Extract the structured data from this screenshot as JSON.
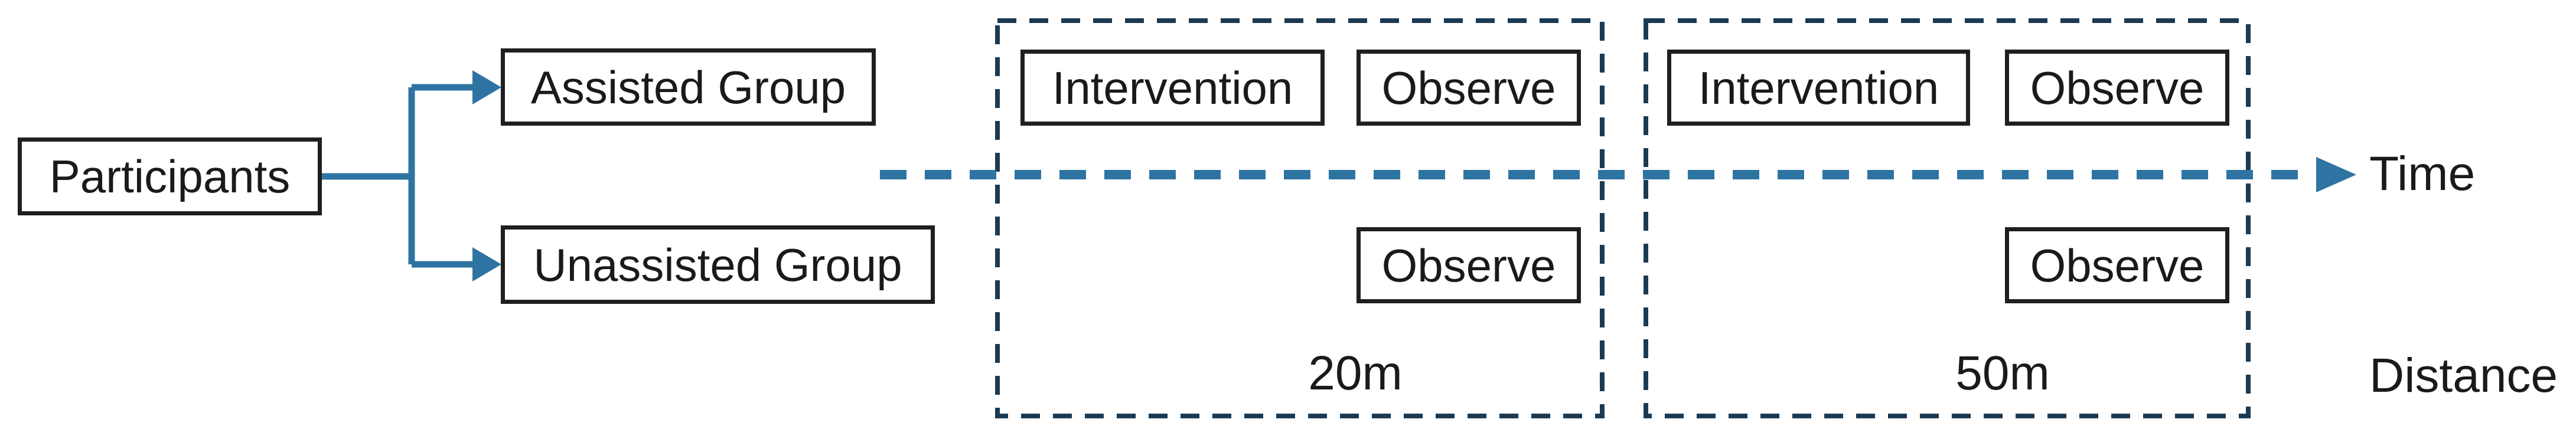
{
  "diagram": {
    "participants_label": "Participants",
    "assisted_label": "Assisted Group",
    "unassisted_label": "Unassisted Group",
    "phase1": {
      "intervention": "Intervention",
      "observe_assisted": "Observe",
      "observe_unassisted": "Observe",
      "distance_label": "20m"
    },
    "phase2": {
      "intervention": "Intervention",
      "observe_assisted": "Observe",
      "observe_unassisted": "Observe",
      "distance_label": "50m"
    },
    "time_axis_label": "Time",
    "distance_axis_label": "Distance",
    "colors": {
      "connector_teal": "#2E74A2",
      "phase_outline_navy": "#1B3A53",
      "box_border": "#1F1F1F",
      "text": "#1A1A1A",
      "background": "#FFFFFF"
    }
  }
}
